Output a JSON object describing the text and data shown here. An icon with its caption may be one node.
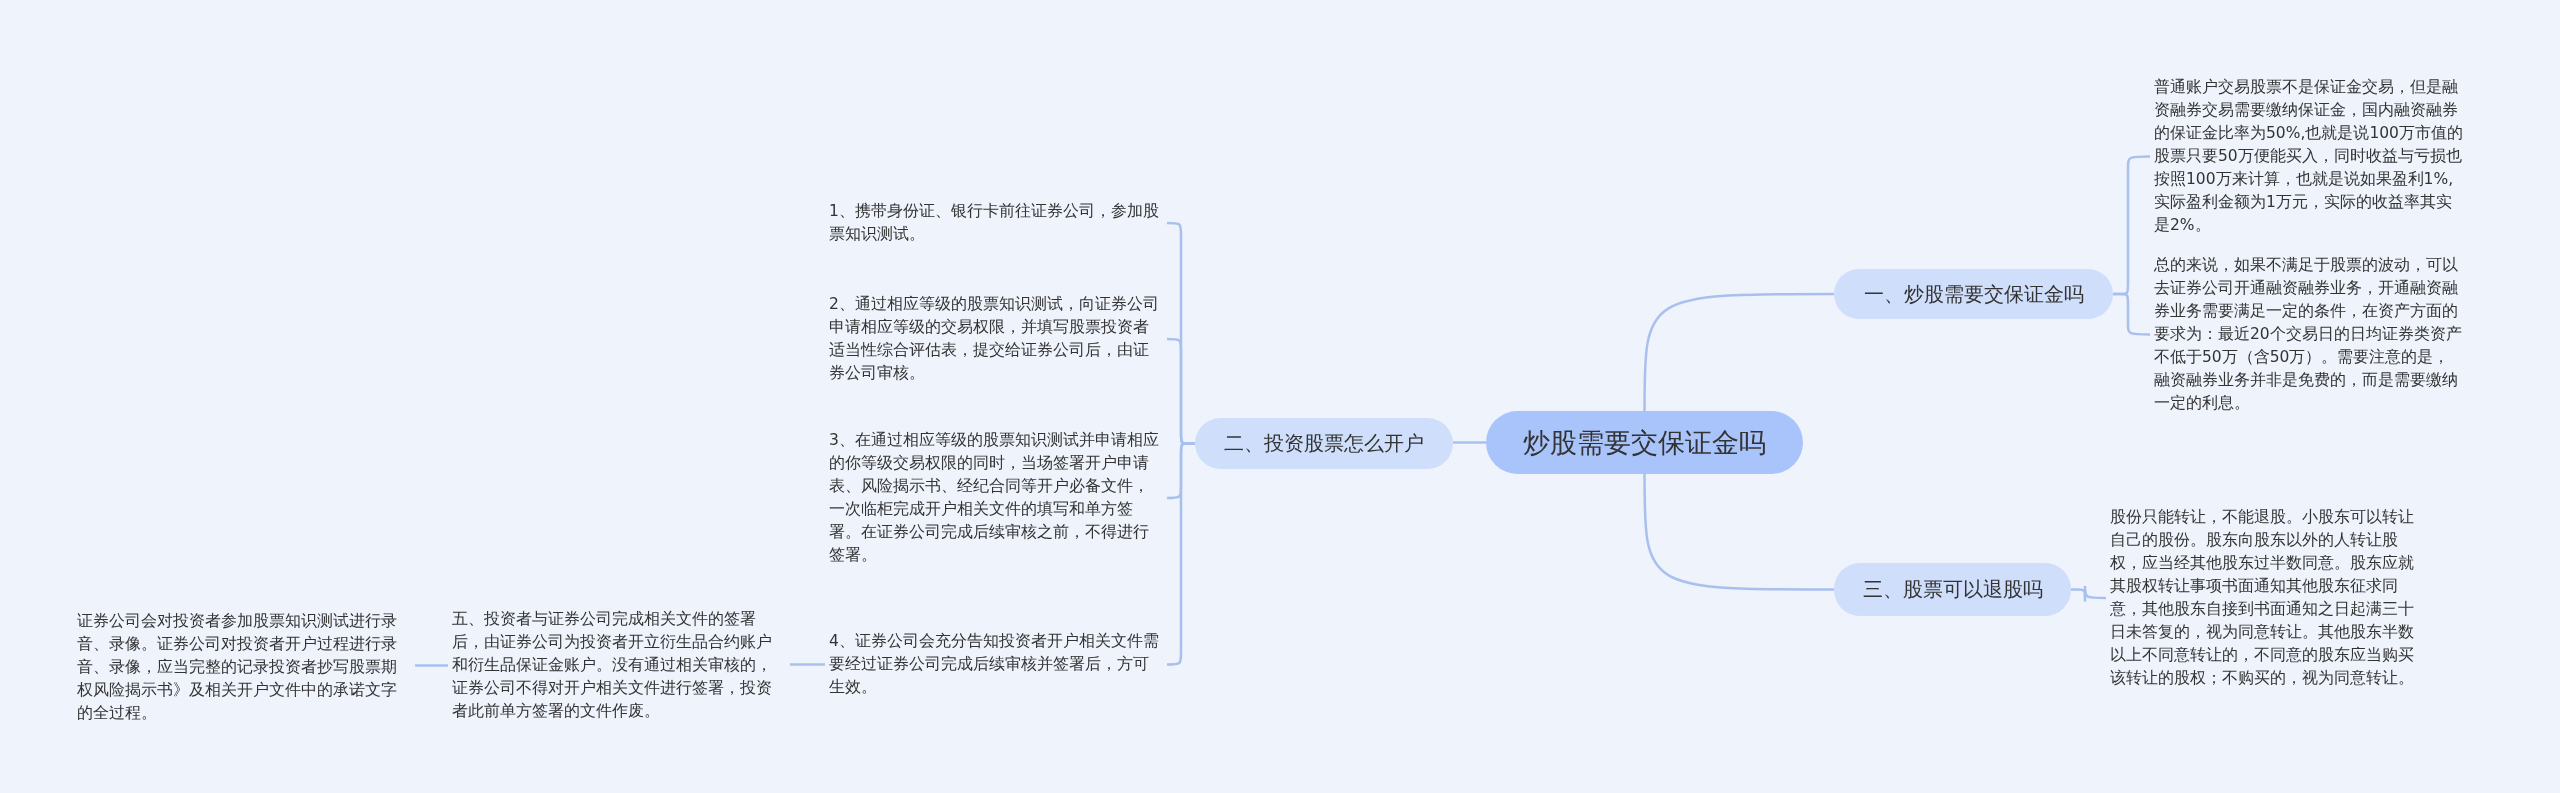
{
  "diagram": {
    "nodes": [
      {
        "text": [
          "炒股需要交保证金吗"
        ]
      },
      {
        "text": [
          "一、炒股需要交保证金吗"
        ]
      },
      {
        "text": [
          "普通账户交易股票不是保证金交易，但是融资融券交易需要缴纳保证金，国内融资融券的保证金比率为50%,也就是说100万市值的股票只要50万便能买入，同时收益与亏损也按照100万来计算，也就是说如果盈利1%,实际盈利金额为1万元，实际的收益率其实是2%。"
        ]
      },
      {
        "text": [
          "总的来说，如果不满足于股票的波动，可以去证券公司开通融资融券业务，开通融资融券业务需要满足一定的条件，在资产方面的要求为：最近20个交易日的日均证券类资产不低于50万（含50万）。需要注意的是，融资融券业务并非是免费的，而是需要缴纳一定的利息。"
        ]
      },
      {
        "text": [
          "二、投资股票怎么开户"
        ]
      },
      {
        "text": [
          "1、携带身份证、银行卡前往证券公司，参加股票知识测试。"
        ]
      },
      {
        "text": [
          "2、通过相应等级的股票知识测试，向证券公司申请相应等级的交易权限，并填写股票投资者适当性综合评估表，提交给证券公司后，由证券公司审核。"
        ]
      },
      {
        "text": [
          "3、在通过相应等级的股票知识测试并申请相应的你等级交易权限的同时，当场签署开户申请表、风险揭示书、经纪合同等开户必备文件，一次临柜完成开户相关文件的填写和单方签署。在证券公司完成后续审核之前，不得进行签署。"
        ]
      },
      {
        "text": [
          "4、证券公司会充分告知投资者开户相关文件需要经过证券公司完成后续审核并签署后，方可生效。"
        ]
      },
      {
        "text": [
          "五、投资者与证券公司完成相关文件的签署后，由证券公司为投资者开立衍生品合约账户和衍生品保证金账户。没有通过相关审核的，证券公司不得对开户相关文件进行签署，投资者此前单方签署的文件作废。"
        ]
      },
      {
        "text": [
          "证券公司会对投资者参加股票知识测试进行录音、录像。证券公司对投资者开户过程进行录音、录像，应当完整的记录投资者抄写股票期权风险揭示书》及相关开户文件中的承诺文字的全过程。"
        ]
      },
      {
        "text": [
          "三、股票可以退股吗"
        ]
      },
      {
        "text": [
          "股份只能转让，不能退股。小股东可以转让自己的股份。股东向股东以外的人转让股权，应当经其他股东过半数同意。股东应就其股权转让事项书面通知其他股东征求同意，其他股东自接到书面通知之日起满三十日未答复的，视为同意转让。其他股东半数以上不同意转让的，不同意的股东应当购买该转让的股权；不购买的，视为同意转让。"
        ]
      }
    ],
    "edges": [
      {
        "from": 0,
        "to": 1,
        "arrow": "none"
      },
      {
        "from": 1,
        "to": 2,
        "arrow": "none"
      },
      {
        "from": 1,
        "to": 3,
        "arrow": "none"
      },
      {
        "from": 0,
        "to": 4,
        "arrow": "none"
      },
      {
        "from": 4,
        "to": 5,
        "arrow": "none"
      },
      {
        "from": 4,
        "to": 6,
        "arrow": "none"
      },
      {
        "from": 4,
        "to": 7,
        "arrow": "none"
      },
      {
        "from": 4,
        "to": 8,
        "arrow": "none"
      },
      {
        "from": 8,
        "to": 9,
        "arrow": "none"
      },
      {
        "from": 9,
        "to": 10,
        "arrow": "none"
      },
      {
        "from": 0,
        "to": 11,
        "arrow": "none"
      },
      {
        "from": 11,
        "to": 12,
        "arrow": "none"
      }
    ]
  }
}
